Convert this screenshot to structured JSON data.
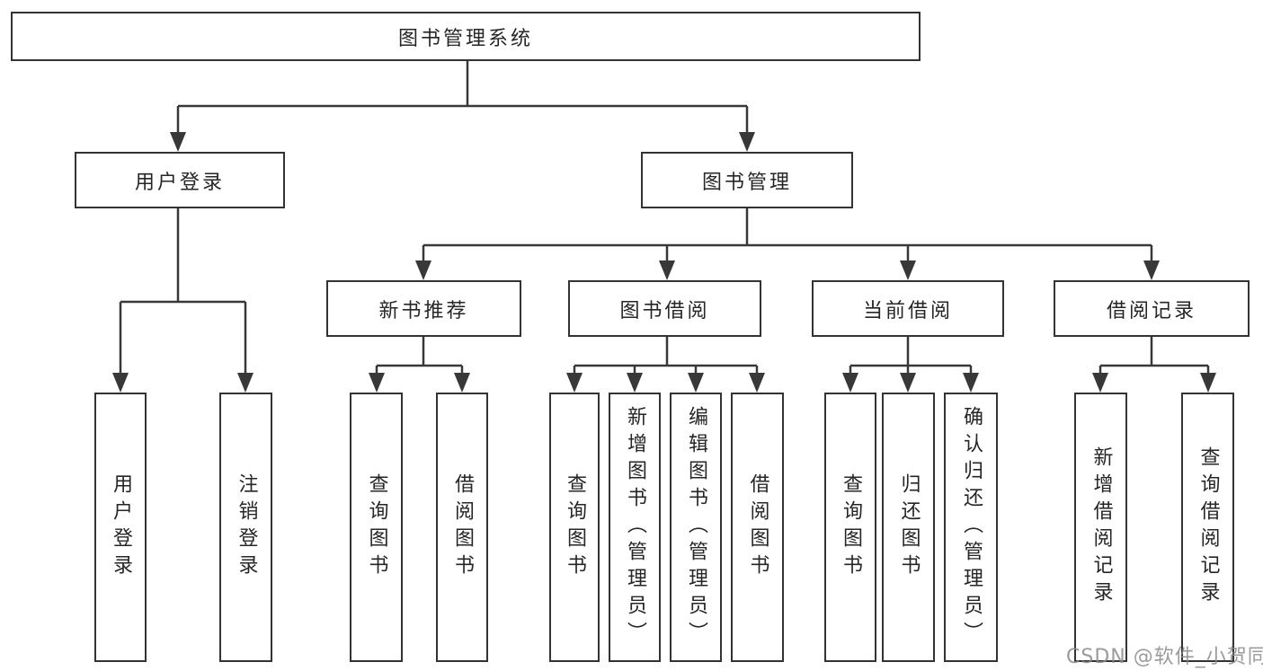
{
  "tree": {
    "label": "图书管理系统",
    "children": [
      {
        "label": "用户登录",
        "children": [
          {
            "label": "用户登录"
          },
          {
            "label": "注销登录"
          }
        ]
      },
      {
        "label": "图书管理",
        "children": [
          {
            "label": "新书推荐",
            "children": [
              {
                "label": "查询图书"
              },
              {
                "label": "借阅图书"
              }
            ]
          },
          {
            "label": "图书借阅",
            "children": [
              {
                "label": "查询图书"
              },
              {
                "label": "新增图书（管理员）"
              },
              {
                "label": "编辑图书（管理员）"
              },
              {
                "label": "借阅图书"
              }
            ]
          },
          {
            "label": "当前借阅",
            "children": [
              {
                "label": "查询图书"
              },
              {
                "label": "归还图书"
              },
              {
                "label": "确认归还（管理员）"
              }
            ]
          },
          {
            "label": "借阅记录",
            "children": [
              {
                "label": "新增借阅记录"
              },
              {
                "label": "查询借阅记录"
              }
            ]
          }
        ]
      }
    ]
  },
  "watermark": "CSDN @软件_小贺同学",
  "colors": {
    "line": "#383838",
    "box_border": "#333333",
    "text": "#262626",
    "watermark": "#8a8a8a"
  }
}
